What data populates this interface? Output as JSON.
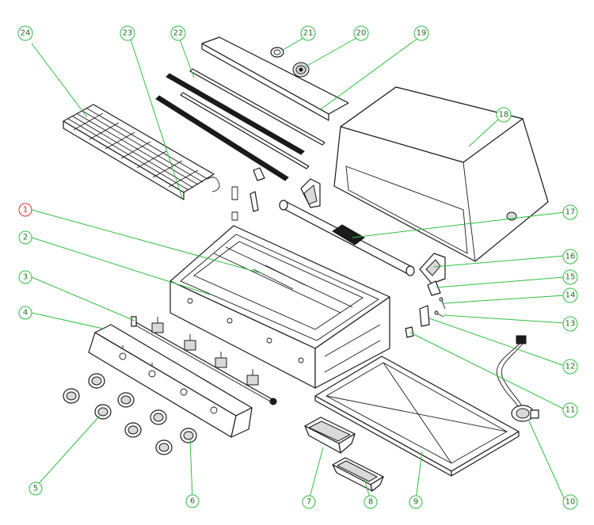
{
  "diagram": {
    "callouts": [
      {
        "id": "c1",
        "label": "1",
        "accent": "red"
      },
      {
        "id": "c2",
        "label": "2"
      },
      {
        "id": "c3",
        "label": "3"
      },
      {
        "id": "c4",
        "label": "4"
      },
      {
        "id": "c5",
        "label": "5"
      },
      {
        "id": "c6",
        "label": "6"
      },
      {
        "id": "c7",
        "label": "7"
      },
      {
        "id": "c8",
        "label": "8"
      },
      {
        "id": "c9",
        "label": "9"
      },
      {
        "id": "c10",
        "label": "10"
      },
      {
        "id": "c11",
        "label": "11"
      },
      {
        "id": "c12",
        "label": "12"
      },
      {
        "id": "c13",
        "label": "13"
      },
      {
        "id": "c14",
        "label": "14"
      },
      {
        "id": "c15",
        "label": "15"
      },
      {
        "id": "c16",
        "label": "16"
      },
      {
        "id": "c17",
        "label": "17"
      },
      {
        "id": "c18",
        "label": "18"
      },
      {
        "id": "c19",
        "label": "19"
      },
      {
        "id": "c20",
        "label": "20"
      },
      {
        "id": "c21",
        "label": "21"
      },
      {
        "id": "c22",
        "label": "22"
      },
      {
        "id": "c23",
        "label": "23"
      },
      {
        "id": "c24",
        "label": "24"
      }
    ],
    "colors": {
      "callout_line": "#2fbf3f",
      "callout_text": "#1f6f1f",
      "highlight_callout": "#e0302a",
      "part_outline": "#1a1a1a"
    }
  }
}
